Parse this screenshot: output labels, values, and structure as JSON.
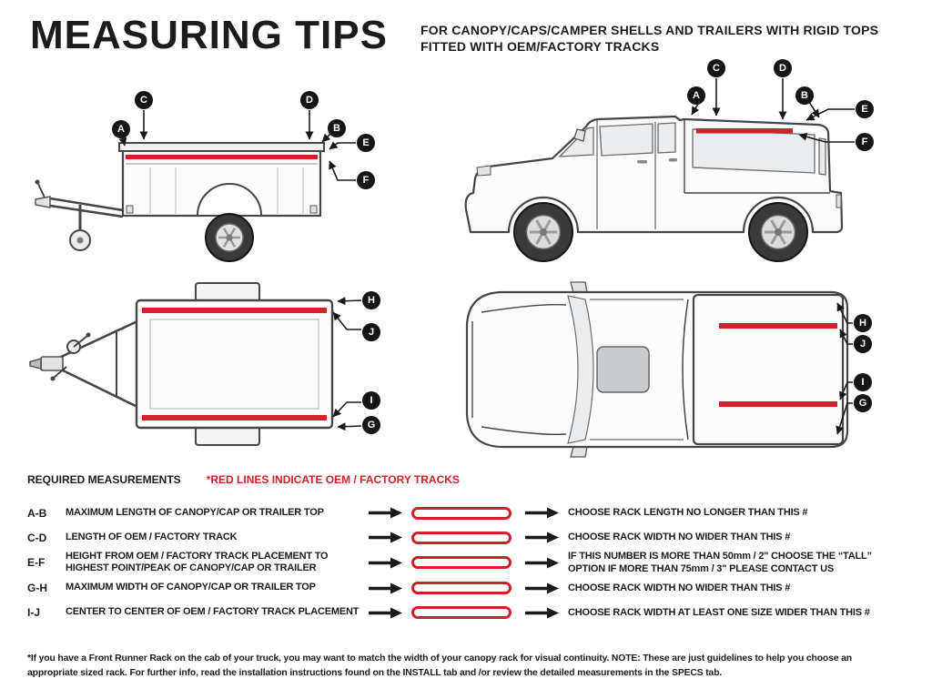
{
  "header": {
    "title": "MEASURING TIPS",
    "subtitle_line1": "FOR CANOPY/CAPS/CAMPER SHELLS AND TRAILERS WITH RIGID TOPS",
    "subtitle_line2": "FITTED WITH OEM/FACTORY TRACKS"
  },
  "colors": {
    "track_red": "#d0202a",
    "ink": "#1c1c1c"
  },
  "diagrams": {
    "trailer_side": {
      "labels": [
        "A",
        "C",
        "D",
        "B",
        "E",
        "F"
      ]
    },
    "truck_side": {
      "labels": [
        "A",
        "C",
        "D",
        "B",
        "E",
        "F"
      ]
    },
    "trailer_top": {
      "labels": [
        "H",
        "J",
        "I",
        "G"
      ]
    },
    "truck_top": {
      "labels": [
        "H",
        "J",
        "I",
        "G"
      ]
    }
  },
  "measurements": {
    "section_title": "REQUIRED MEASUREMENTS",
    "legend": "*RED LINES INDICATE OEM / FACTORY TRACKS",
    "rows": [
      {
        "code": "A-B",
        "description": "MAXIMUM LENGTH OF CANOPY/CAP OR TRAILER TOP",
        "result": "CHOOSE RACK LENGTH NO LONGER THAN THIS #"
      },
      {
        "code": "C-D",
        "description": "LENGTH OF OEM / FACTORY TRACK",
        "result": "CHOOSE RACK WIDTH NO WIDER THAN THIS #"
      },
      {
        "code": "E-F",
        "description": "HEIGHT FROM OEM / FACTORY TRACK PLACEMENT TO HIGHEST POINT/PEAK OF CANOPY/CAP OR TRAILER",
        "result": "IF THIS NUMBER IS MORE THAN 50mm / 2\" CHOOSE THE “TALL” OPTION IF MORE THAN 75mm / 3\" PLEASE CONTACT US"
      },
      {
        "code": "G-H",
        "description": "MAXIMUM WIDTH OF CANOPY/CAP OR TRAILER TOP",
        "result": "CHOOSE RACK WIDTH NO WIDER THAN THIS #"
      },
      {
        "code": "I-J",
        "description": "CENTER TO CENTER OF OEM / FACTORY TRACK PLACEMENT",
        "result": "CHOOSE RACK WIDTH AT LEAST ONE SIZE WIDER THAN THIS #"
      }
    ]
  },
  "footnote": "*If you have a Front Runner Rack on the cab of your truck, you may want to match the width of your canopy rack for visual continuity. NOTE: These are just guidelines to help you choose an appropriate sized rack. For further info, read the installation instructions found on the INSTALL tab and /or review the detailed measurements in the SPECS tab."
}
